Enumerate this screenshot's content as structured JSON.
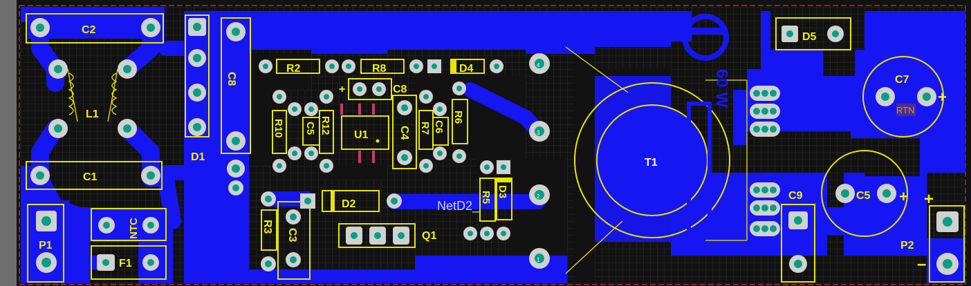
{
  "labels": {
    "C2": "C2",
    "C1": "C1",
    "L1": "L1",
    "D1": "D1",
    "C8_left": "C8",
    "R2": "R2",
    "R8": "R8",
    "D4": "D4",
    "C8_mid": "C8",
    "R10": "R10",
    "C5_small": "C5",
    "R12": "R12",
    "U1": "U1",
    "C4": "C4",
    "R7": "R7",
    "C6": "C6",
    "R6": "R6",
    "P1": "P1",
    "NTC": "NTC",
    "F1": "F1",
    "R3": "R3",
    "C3": "C3",
    "D2": "D2",
    "Q1": "Q1",
    "NetD2": "NetD2_",
    "R5": "R5",
    "D3": "D3",
    "T1": "T1",
    "D5": "D5",
    "C7": "C7",
    "C9": "C9",
    "C5_big": "C5",
    "P2": "P2",
    "plus_c7": "+",
    "plus_c5": "+",
    "plus_p2": "+",
    "minus_p2": "–",
    "plus_c8": "+",
    "RTN": "RTN",
    "logo_text": "60 W",
    "pin1": "1",
    "pin2": "2",
    "pin3": "3",
    "pin4": "4"
  },
  "colors": {
    "background": "#0f0f0f",
    "copper": "#1616f2",
    "silkscreen": "#e6e600",
    "pad": "#cfd2cf",
    "hole": "#0b9c86",
    "grid": "#3a3a3a",
    "board_edge": "#c23b3b"
  }
}
